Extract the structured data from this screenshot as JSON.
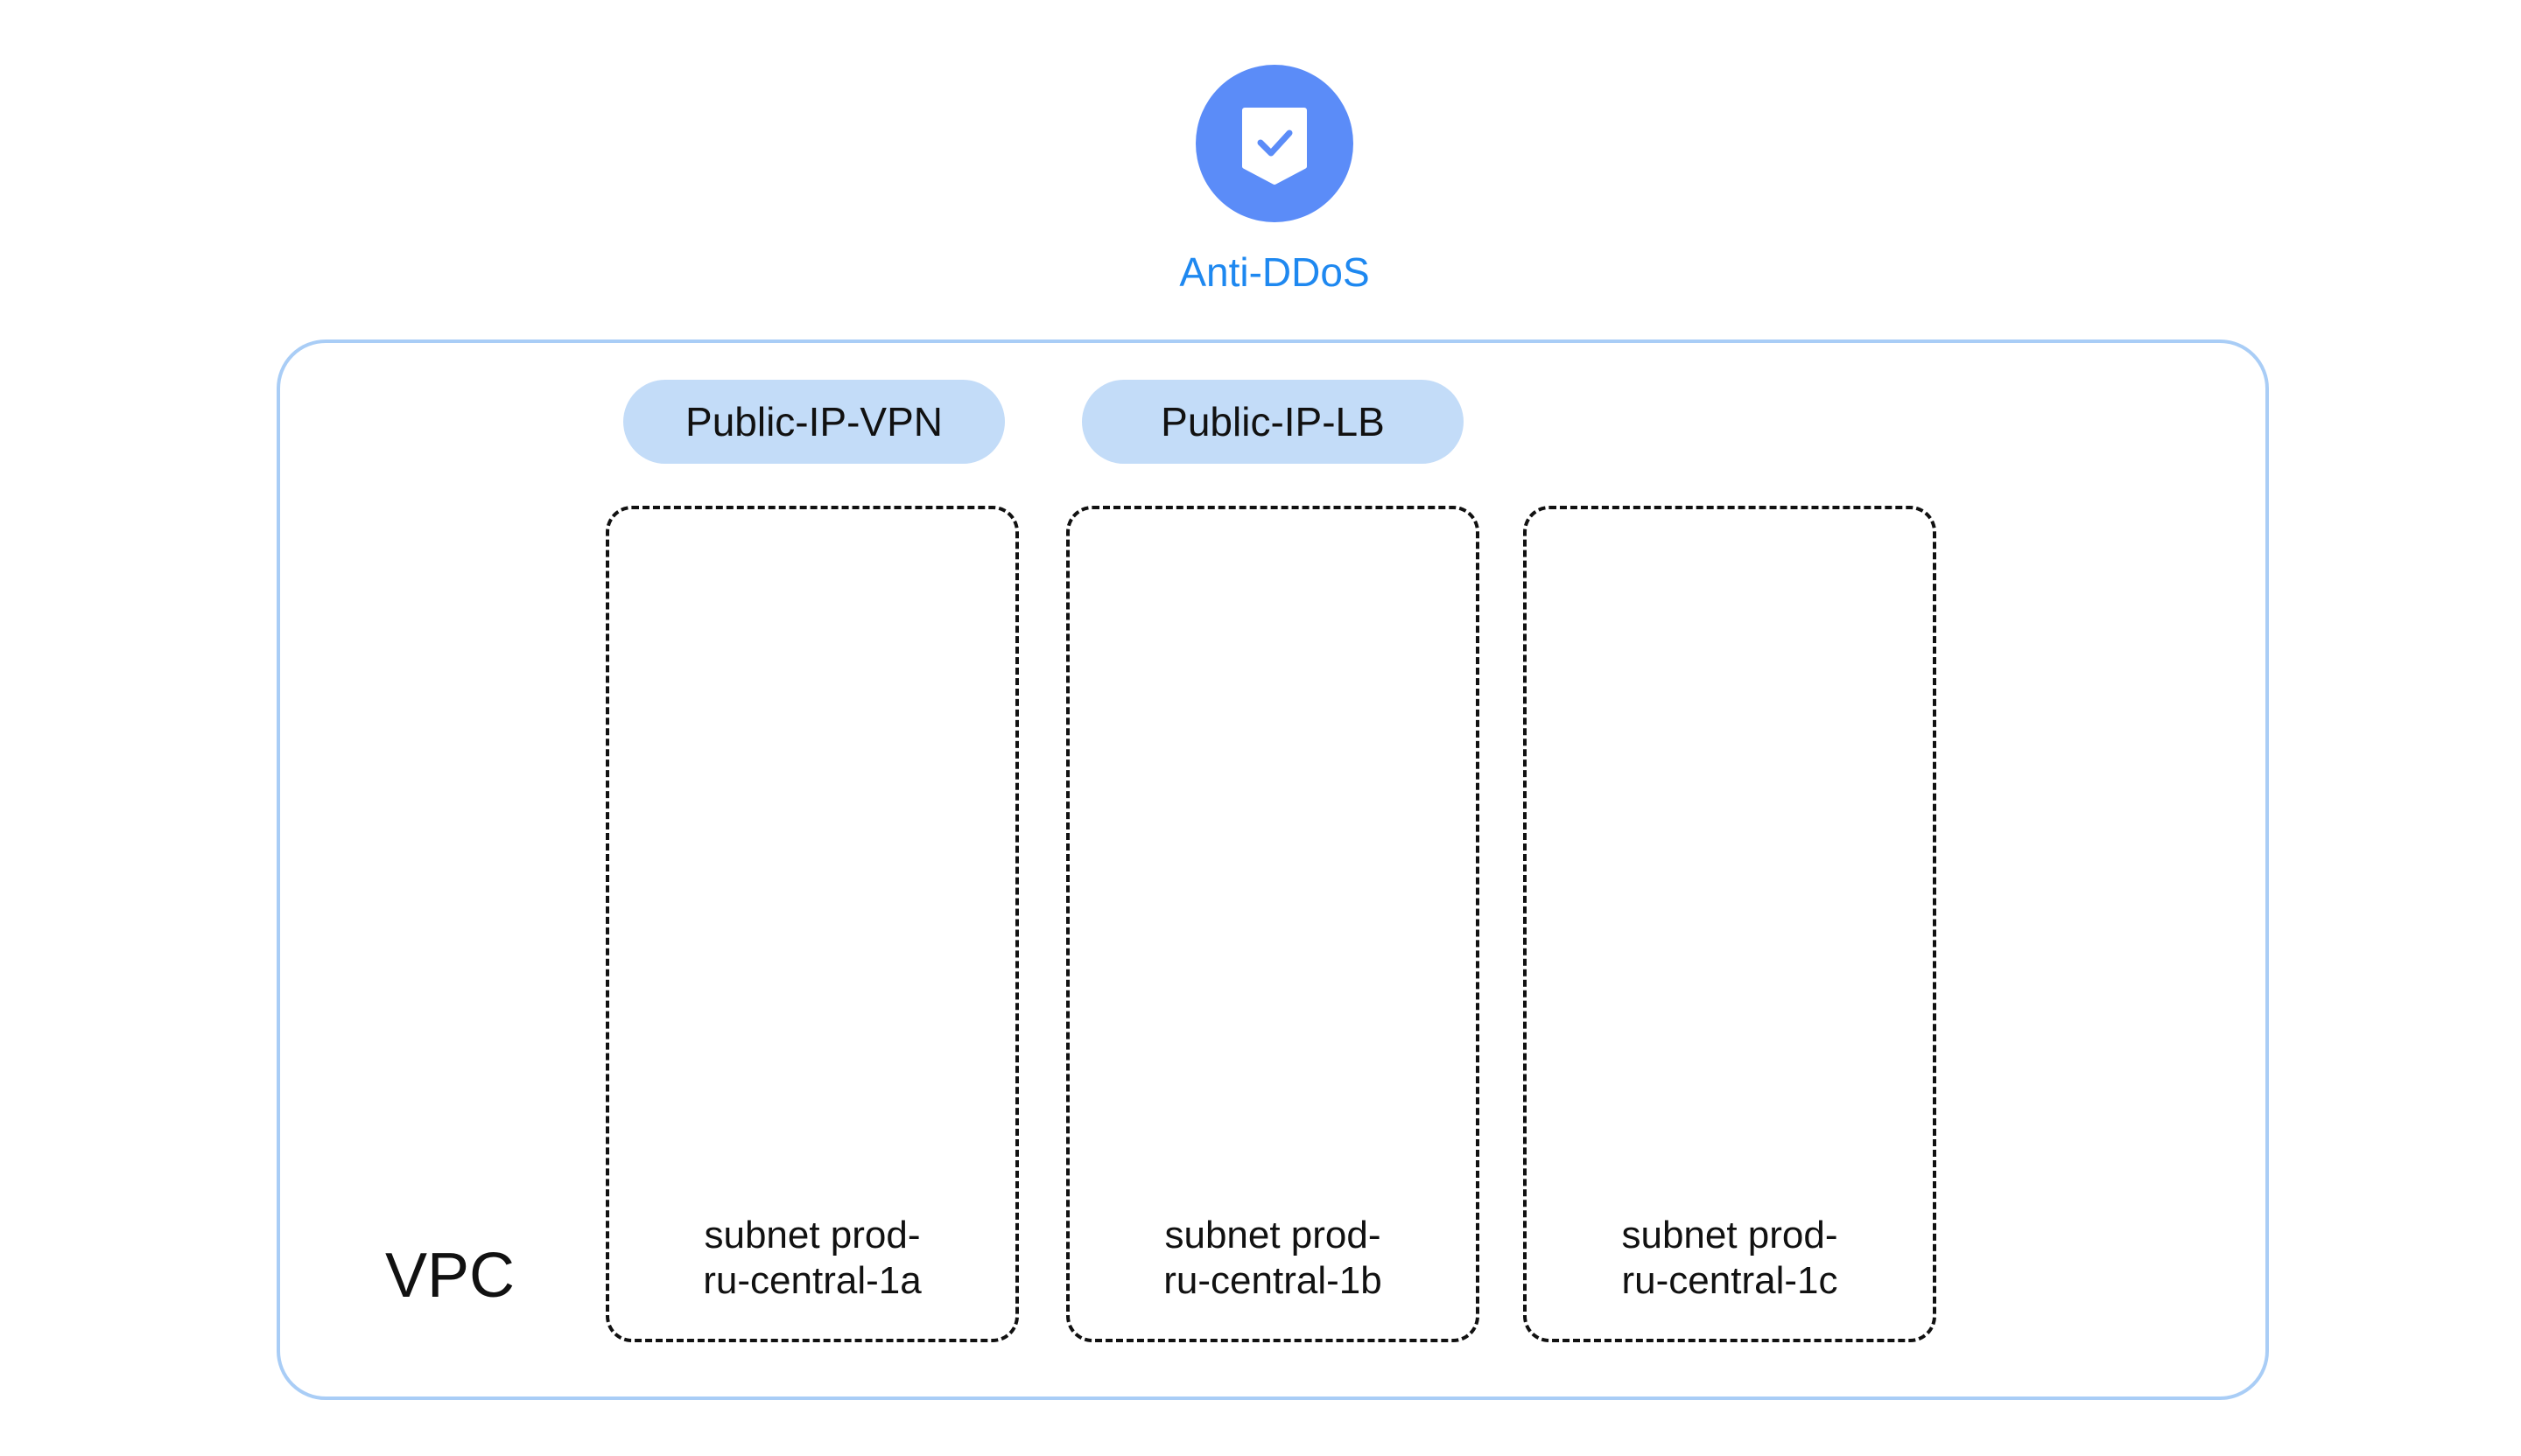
{
  "service": {
    "icon": "shield-check-icon",
    "label": "Anti-DDoS",
    "icon_color": "#5b8cf8",
    "label_color": "#1e88f0"
  },
  "vpc": {
    "label": "VPC",
    "border_color": "#a9cdf6"
  },
  "public_ips": [
    {
      "label": "Public-IP-VPN"
    },
    {
      "label": "Public-IP-LB"
    }
  ],
  "pill_color": "#c3dcf8",
  "subnets": [
    {
      "line1": "subnet prod-",
      "line2": "ru-central-1a"
    },
    {
      "line1": "subnet prod-",
      "line2": "ru-central-1b"
    },
    {
      "line1": "subnet prod-",
      "line2": "ru-central-1c"
    }
  ]
}
